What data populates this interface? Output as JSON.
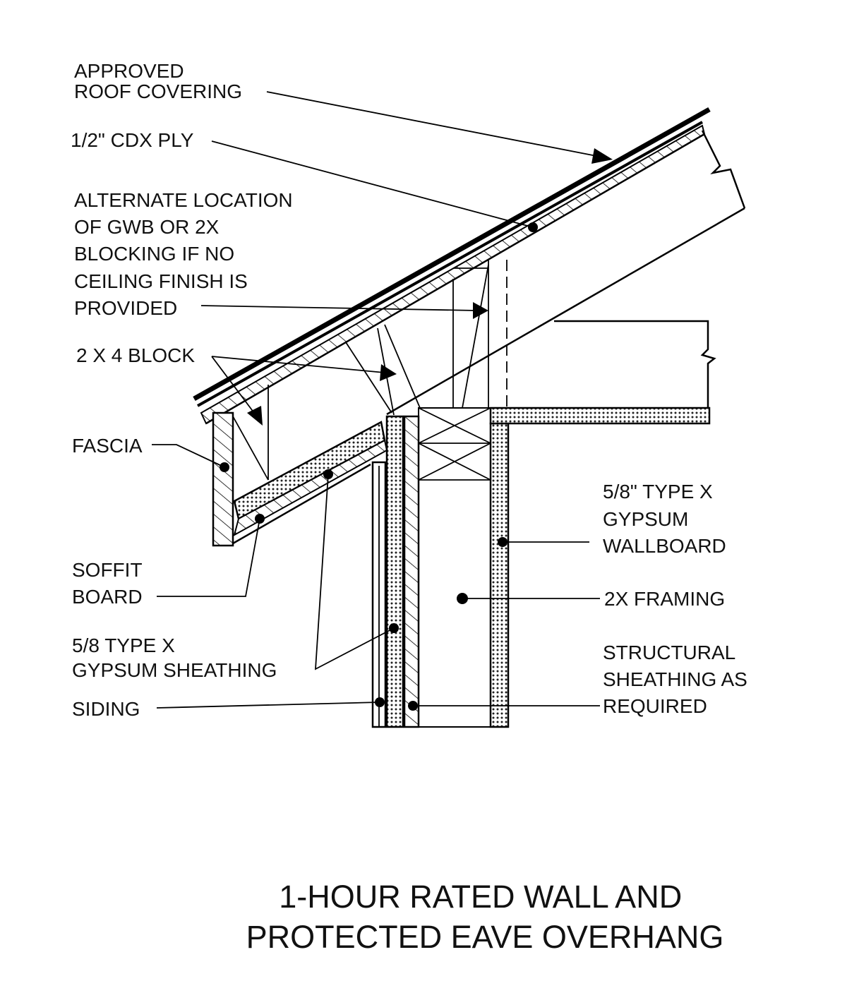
{
  "labels": {
    "roof_covering": [
      "APPROVED",
      "ROOF COVERING"
    ],
    "cdx_ply": "1/2\" CDX PLY",
    "alternate": [
      "ALTERNATE LOCATION",
      "OF GWB OR 2X",
      "BLOCKING IF NO",
      "CEILING FINISH IS",
      "PROVIDED"
    ],
    "block": "2 X 4 BLOCK",
    "fascia": "FASCIA",
    "soffit": [
      "SOFFIT",
      "BOARD"
    ],
    "gypsum_sheathing": [
      "5/8 TYPE X",
      "GYPSUM SHEATHING"
    ],
    "siding": "SIDING",
    "gypsum_wallboard": [
      "5/8\" TYPE X",
      "GYPSUM",
      "WALLBOARD"
    ],
    "framing": "2X FRAMING",
    "structural": [
      "STRUCTURAL",
      "SHEATHING AS",
      "REQUIRED"
    ]
  },
  "title": [
    "1-HOUR RATED WALL AND",
    "PROTECTED EAVE OVERHANG"
  ]
}
